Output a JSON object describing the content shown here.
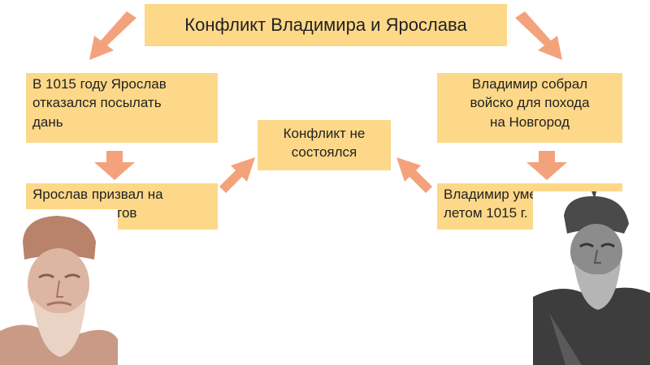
{
  "title": "Конфликт Владимира и Ярослава",
  "boxes": {
    "left_top": [
      "В 1015 году Ярослав",
      "отказался посылать",
      "дань"
    ],
    "right_top": [
      "Владимир собрал",
      "войско для похода",
      "на Новгород"
    ],
    "center": [
      "Конфликт не",
      "состоялся"
    ],
    "left_bottom": [
      "Ярослав  призвал на",
      "помощь варягов"
    ],
    "right_bottom": [
      "Владимир умер",
      "летом 1015 г."
    ]
  },
  "colors": {
    "box_fill": "#fdd888",
    "arrow_fill": "#f4a27c"
  }
}
